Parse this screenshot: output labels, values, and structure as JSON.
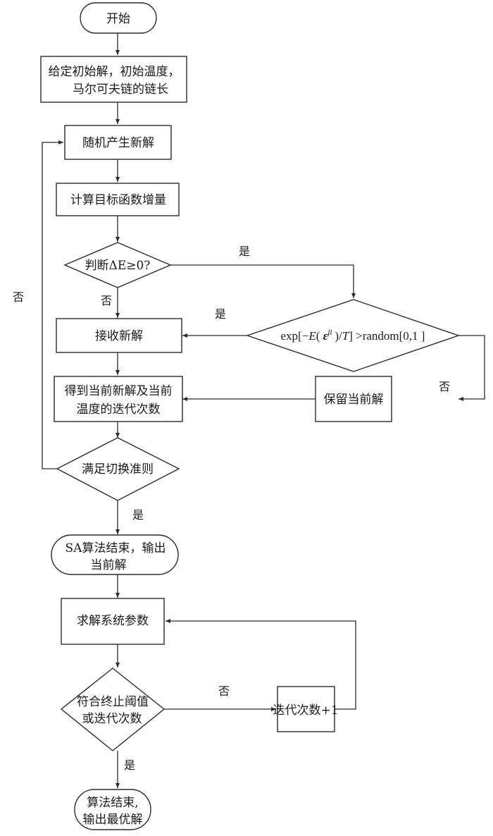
{
  "diagram": {
    "type": "flowchart",
    "nodes": {
      "start": {
        "shape": "terminator",
        "lines": [
          "开始"
        ]
      },
      "init": {
        "shape": "process",
        "lines": [
          "给定初始解，初始温度，",
          "马尔可夫链的链长"
        ]
      },
      "random_new": {
        "shape": "process",
        "lines": [
          "随机产生新解"
        ]
      },
      "calc_delta": {
        "shape": "process",
        "lines": [
          "计算目标函数增量"
        ]
      },
      "judge_delta": {
        "shape": "decision",
        "lines": [
          "判断ΔE≥0?"
        ]
      },
      "metropolis": {
        "shape": "decision",
        "formula": {
          "pre": "exp[−",
          "E": "E",
          "open": "( ",
          "eps": "ε",
          "beta": "β",
          "post": " )/",
          "T": "T",
          "tail": "] >random[0,1 ]"
        }
      },
      "accept": {
        "shape": "process",
        "lines": [
          "接收新解"
        ]
      },
      "get_iter": {
        "shape": "process",
        "lines": [
          "得到当前新解及当前",
          "温度的迭代次数"
        ]
      },
      "keep": {
        "shape": "process",
        "lines": [
          "保留当前解"
        ]
      },
      "switch_crit": {
        "shape": "decision",
        "lines": [
          "满足切换准则"
        ]
      },
      "sa_end": {
        "shape": "terminator",
        "lines": [
          "SA算法结束，输出",
          "当前解"
        ]
      },
      "solve_params": {
        "shape": "process",
        "lines": [
          "求解系统参数"
        ]
      },
      "term_check": {
        "shape": "decision",
        "lines": [
          "符合终止阈值",
          "或迭代次数"
        ]
      },
      "iter_inc": {
        "shape": "process",
        "lines": [
          "迭代次数+1"
        ]
      },
      "end": {
        "shape": "terminator",
        "lines": [
          "算法结束,",
          "输出最优解"
        ]
      }
    },
    "edge_labels": {
      "judge_yes": "是",
      "judge_no": "否",
      "metro_yes": "是",
      "metro_no": "否",
      "switch_no": "否",
      "switch_yes": "是",
      "term_no": "否",
      "term_yes": "是"
    }
  }
}
